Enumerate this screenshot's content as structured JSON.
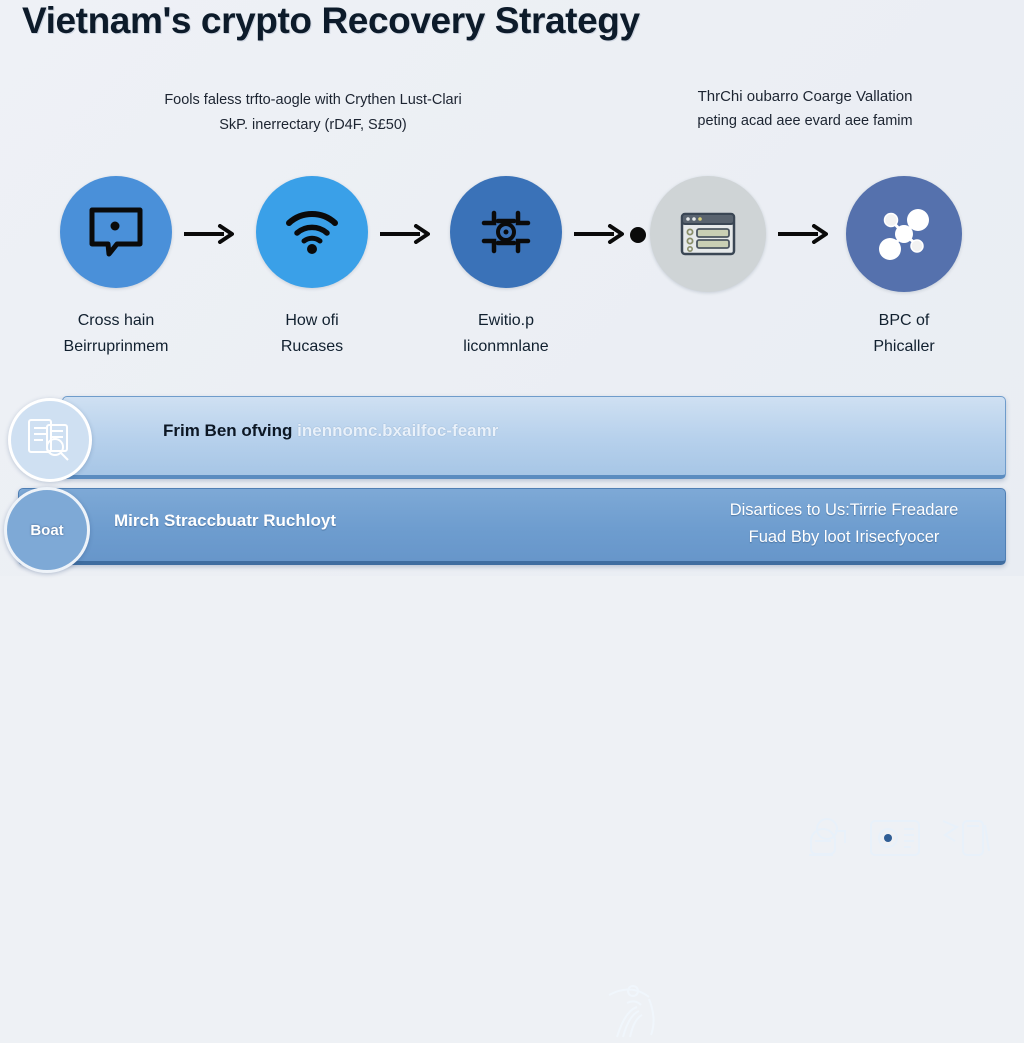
{
  "header": {
    "title": "Vietnam's crypto Recovery Strategy"
  },
  "annotations": {
    "left": {
      "line1": "Fools faless trfto-aogle with Crythen Lust-Clari",
      "line2": "SkP. inerrectary (rD4F, S£50)"
    },
    "right": {
      "line1": "ThrChi oubarro Coarge Vallation",
      "line2": "peting acad aee evard aee famim"
    }
  },
  "flow": {
    "steps": [
      {
        "icon": "speech-bubble-icon",
        "color": "#4a90d9",
        "label_line1": "Cross hain",
        "label_line2": "Beirruprinmem"
      },
      {
        "icon": "wifi-icon",
        "color": "#3aa0e8",
        "label_line1": "How ofi",
        "label_line2": "Rucases"
      },
      {
        "icon": "chip-network-icon",
        "color": "#3a72b8",
        "label_line1": "Ewitio.p",
        "label_line2": "liconmnlane"
      },
      {
        "icon": "browser-window-icon",
        "color": "#cfd4d6",
        "label_line1": "",
        "label_line2": ""
      },
      {
        "icon": "molecule-node-icon",
        "color": "#5571ad",
        "label_line1": "BPC of",
        "label_line2": "Phicaller"
      }
    ],
    "connector": "arrow-right-icon",
    "midpoint_marker": "dot-marker"
  },
  "bars": [
    {
      "badge_icon": "document-magnifier-icon",
      "text_bold": "Frim Ben ofving",
      "text_faded": "inennomc.bxailfoc-feamr",
      "deco_icons": [
        "headset-icon",
        "camera-panel-icon",
        "phone-hand-icon"
      ]
    },
    {
      "badge_label": "Boat",
      "text": "Mirch Straccbuatr Ruchloyt",
      "right_line1": "Disartices to Us:Tirrie Freadare",
      "right_line2": "Fuad Bby loot Irisecfyocer",
      "deco_icons": [
        "person-abstract-icon"
      ]
    }
  ],
  "colors": {
    "background": "#eef1f5",
    "title": "#0d1b2a",
    "bar_light": "#b7d1ec",
    "bar_dark": "#6e9dcf",
    "arrow": "#0a0a0a"
  }
}
